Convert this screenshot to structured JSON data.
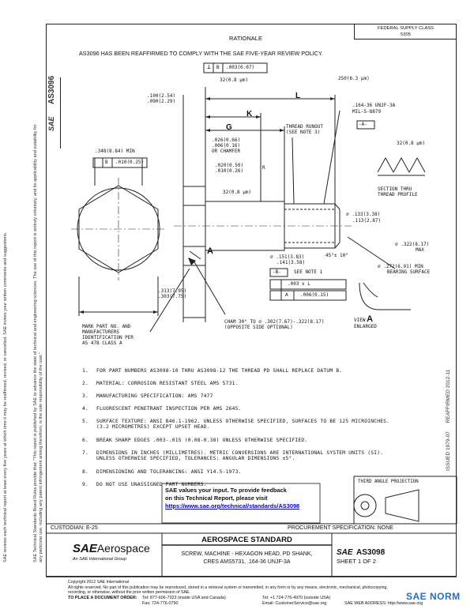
{
  "header": {
    "rationale_title": "RATIONALE",
    "rationale_text": "AS3096 HAS BEEN REAFFIRMED TO COMPLY WITH THE SAE FIVE-YEAR REVIEW POLICY.",
    "federal_class_line1": "FEDERAL SUPPLY CLASS",
    "federal_class_line2": "5305"
  },
  "side": {
    "doc_number": "AS3096",
    "notice_text": "SAE Technical Standards Board Rules provide that: \"This report is published by SAE to advance the state of technical and engineering sciences. The use of this report is entirely voluntary, and its applicability and suitability for any particular use, including any patent infringement arising therefrom, is the sole responsibility of the user.\"",
    "review_text": "SAE reviews each technical report at least every five years at which time it may be reaffirmed, revised, or cancelled. SAE invites your written comments and suggestions.",
    "issued": "ISSUED 1979-07",
    "reaffirmed": "REAFFIRMED 2012-11"
  },
  "drawing": {
    "labels": {
      "perp_sym": "⊥",
      "b": "B",
      "perp_tol": ".003(0.07)",
      "finish_top": "32(0.8 μm)",
      "finish_250": "250(6.3 μm)",
      "dim_100": ".100(2.54)",
      "dim_090": ".090(2.29)",
      "L": "L",
      "K": "K",
      "G": "G",
      "thread_spec": ".164-36 UNJF-3A",
      "mil_spec": "MIL-S-8879",
      "datum_a_box": "-A-",
      "thread_runout1": "THREAD RUNOUT",
      "thread_runout2": "(SEE NOTE 3)",
      "across_corners": ".348(8.84) MIN",
      "sym_tol": ".010(0.25)",
      "fillet1": ".026(0.66)",
      "fillet2": ".006(0.16)",
      "fillet3": "OR CHAMFER",
      "dim_020": ".020(0.50)",
      "dim_010": ".010(0.26)",
      "r": "R",
      "finish_shank": "32(0.8 μm)",
      "finish_profile": "32(0.8 μm)",
      "section_thru1": "SECTION THRU",
      "section_thru2": "THREAD PROFILE",
      "dia_133": "⌀ .133(3.38)",
      "dia_113": ".113(2.87)",
      "angle": "45°± 10°",
      "dia_322": "⌀ .322(8.17)",
      "max": "MAX",
      "dia_272": "⌀ .272(6.91) MIN",
      "bearing": "BEARING SURFACE",
      "dim_151": "⌀ .151(3.83)",
      "dim_141": ".141(3.58)",
      "b_datum": "-B-",
      "see_note": "SEE NOTE 1",
      "tol_003L": ".003 x L",
      "a_ref": "A",
      "tol_006": ".006(0.15)",
      "dim_313": ".313(7.95)",
      "dim_303": ".303(7.75)",
      "mark1": "MARK PART NO. AND",
      "mark2": "MANUFACTURERS",
      "mark3": "IDENTIFICATION PER",
      "mark4": "AS 478 CLASS A",
      "cham1": "CHAM 30° TO ⌀ .302(7.67)-.322(8.17)",
      "cham2": "(OPPOSITE SIDE OPTIONAL)",
      "view": "VIEW",
      "view_a": "A",
      "enlarged": "ENLARGED",
      "a_arrow": "A"
    }
  },
  "notes": [
    {
      "n": "1.",
      "text": "FOR PART NUMBERS AS3098-10 THRU AS3098-12  THE THREAD PD SHALL REPLACE DATUM B."
    },
    {
      "n": "2.",
      "text": "MATERIAL:  CORROSION RESISTANT STEEL AMS 5731."
    },
    {
      "n": "3.",
      "text": "MANUFACTURING SPECIFICATION:  AMS 7477"
    },
    {
      "n": "4.",
      "text": "FLUORESCENT PENETRANT INSPECTION PER AMS 2645."
    },
    {
      "n": "5.",
      "text": "SURFACE TEXTURE:  ANSI B46.1-1962.  UNLESS OTHERWISE SPECIFIED, SURFACES TO BE 125 MICROINCHES.",
      "cont": "(3.2 MICROMETRES) EXCEPT UPSET HEAD."
    },
    {
      "n": "6.",
      "text": "BREAK SHARP EDGES .003-.015 (0.08-0.38) UNLESS OTHERWISE SPECIFIED."
    },
    {
      "n": "7.",
      "text": "DIMENSIONS IN INCHES (MILLIMETRES).  METRIC CONVERSIONS ARE INTERNATIONAL SYSTEM UNITS (SI).",
      "cont": "UNLESS OTHERWISE SPECIFIED, TOLERANCES:  ANGULAR DIMENSIONS ±5°."
    },
    {
      "n": "8.",
      "text": "DIMENSIONING AND TOLERANCING: ANSI Y14.5-1973."
    },
    {
      "n": "9.",
      "text": "DO NOT USE UNASSIGNED PART NUMBERS."
    }
  ],
  "feedback": {
    "line1": "SAE values your input. To provide feedback",
    "line2": "on this Technical Report, please visit",
    "link": "https://www.sae.org/technical/standards/AS3098"
  },
  "third_angle": "THIRD ANGLE PROJECTION",
  "title_block": {
    "custodian": "CUSTODIAN: E-25",
    "procurement": "PROCUREMENT SPECIFICATION: NONE",
    "logo_sae": "SAE",
    "logo_aero": "Aerospace",
    "logo_tagline": "An SAE International Group",
    "standard_title": "AEROSPACE STANDARD",
    "desc1": "SCREW, MACHINE - HEXAGON HEAD, PD SHANK,",
    "desc2": "CRES AMS5731, .164-36 UNJF-3A",
    "doc_sae": "SAE",
    "doc_no": "AS3098",
    "sheet": "SHEET 1 OF 2"
  },
  "footer": {
    "copyright": "Copyright 2012 SAE International",
    "rights": "All rights reserved. No part of this publication may be reproduced, stored in a retrieval system or transmitted, in any form or by any means, electronic, mechanical, photocopying,",
    "rights2": "recording, or otherwise, without the prior written permission of SAE.",
    "order_label": "TO PLACE A DOCUMENT ORDER:",
    "tel1": "Tel: 877-606-7323 (inside USA and Canada)",
    "tel2": "Tel: +1 724-776-4970 (outside USA)",
    "fax": "Fax: 724-776-0790",
    "email": "Email: CustomerService@sae.org",
    "web": "SAE WEB ADDRESS: http://www.sae.org",
    "watermark": "SAE NORM"
  },
  "colors": {
    "line": "#222222",
    "link": "#0000cc",
    "watermark": "#2a6fb3"
  }
}
